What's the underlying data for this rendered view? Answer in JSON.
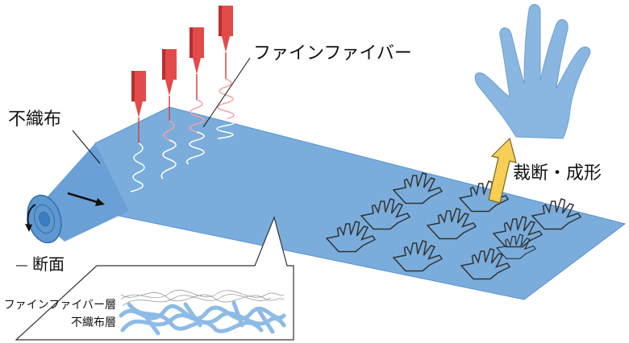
{
  "labels": {
    "fine_fiber": "ファインファイバー",
    "nonwoven": "不織布",
    "cut_form": "裁断・成形",
    "cross_section": "断面",
    "fine_fiber_layer": "ファインファイバー層",
    "nonwoven_layer": "不織布層"
  },
  "colors": {
    "sheet": "#7aaddc",
    "sheet_dark": "#5a93cc",
    "nozzle": "#e34a4a",
    "fiber": "#f4a3a3",
    "arrow": "#f7cf55",
    "outline": "#333333",
    "nonwoven_strand": "#8ebbe6"
  },
  "icons": {
    "hand": "hand-glove-icon",
    "nozzle": "spray-nozzle-icon",
    "arrow": "up-arrow-icon"
  }
}
